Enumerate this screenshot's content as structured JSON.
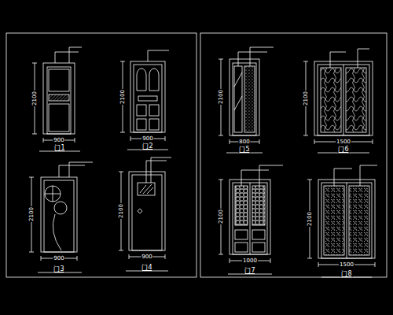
{
  "diagram": {
    "labels": [
      "门1",
      "900",
      "2100",
      "门2",
      "900",
      "2100",
      "门3",
      "900",
      "2100",
      "门4",
      "900",
      "2100",
      "门5",
      "800",
      "2100",
      "门6",
      "1500",
      "2100",
      "门7",
      "1000",
      "2100",
      "门8",
      "1500",
      "2100"
    ]
  }
}
